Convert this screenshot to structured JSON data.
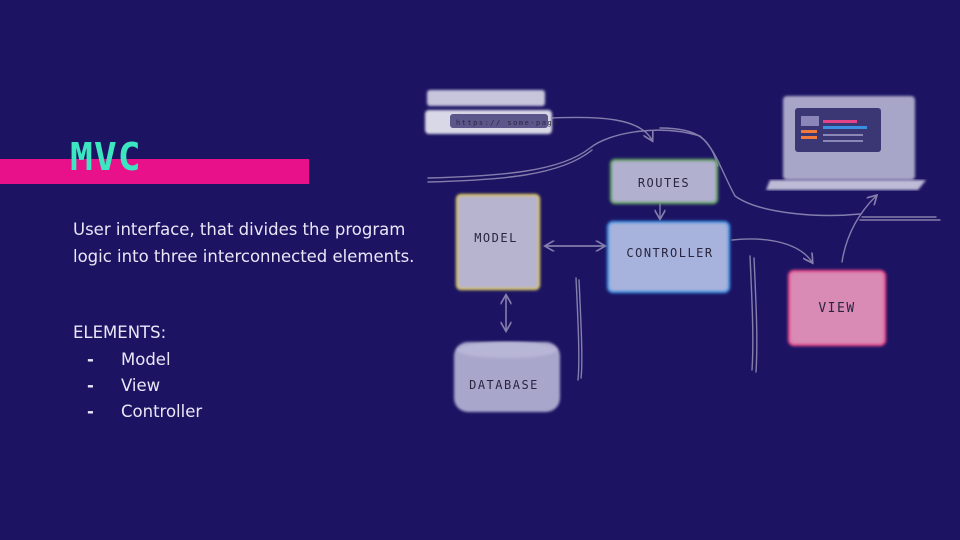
{
  "slide": {
    "title": "MVC",
    "description": "User interface, that divides the program logic into three interconnected elements.",
    "elements_heading": "ELEMENTS:",
    "elements": [
      "Model",
      "View",
      "Controller"
    ]
  },
  "diagram": {
    "url_text": "https:// some-page",
    "nodes": {
      "routes": "ROUTES",
      "model": "MODEL",
      "controller": "CONTROLLER",
      "view": "VIEW",
      "database": "DATABASE"
    }
  },
  "colors": {
    "background": "#1c1463",
    "accent_bar": "#e8118a",
    "title": "#3ce6c1",
    "routes_border": "#5fa15a",
    "model_border": "#d4c25a",
    "controller_border": "#3a8fe0",
    "view_fill": "#d98ab5",
    "view_border": "#e24487"
  }
}
